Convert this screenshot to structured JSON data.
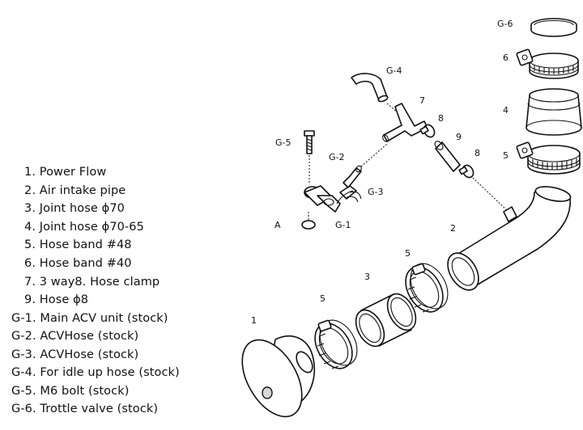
{
  "legend": {
    "items": [
      "1. Power Flow",
      "2. Air intake pipe",
      "3. Joint hose ϕ70",
      "4. Joint hose ϕ70-65",
      "5. Hose band #48",
      "6. Hose band #40",
      "7. 3 way8. Hose clamp",
      "9. Hose ϕ8",
      "G-1. Main ACV unit (stock)",
      "G-2. ACVHose (stock)",
      "G-3. ACVHose (stock)",
      "G-4. For idle up hose (stock)",
      "G-5. M6 bolt (stock)",
      "G-6. Trottle valve (stock)"
    ]
  },
  "callouts": {
    "g6": "G-6",
    "n6": "6",
    "n4": "4",
    "n5_top": "5",
    "g4": "G-4",
    "n7": "7",
    "n8_a": "8",
    "n9": "9",
    "n8_b": "8",
    "g5": "G-5",
    "g2": "G-2",
    "g3": "G-3",
    "a": "A",
    "g1": "G-1",
    "n2": "2",
    "n5_mid": "5",
    "n3": "3",
    "n5_low": "5",
    "n1": "1"
  }
}
